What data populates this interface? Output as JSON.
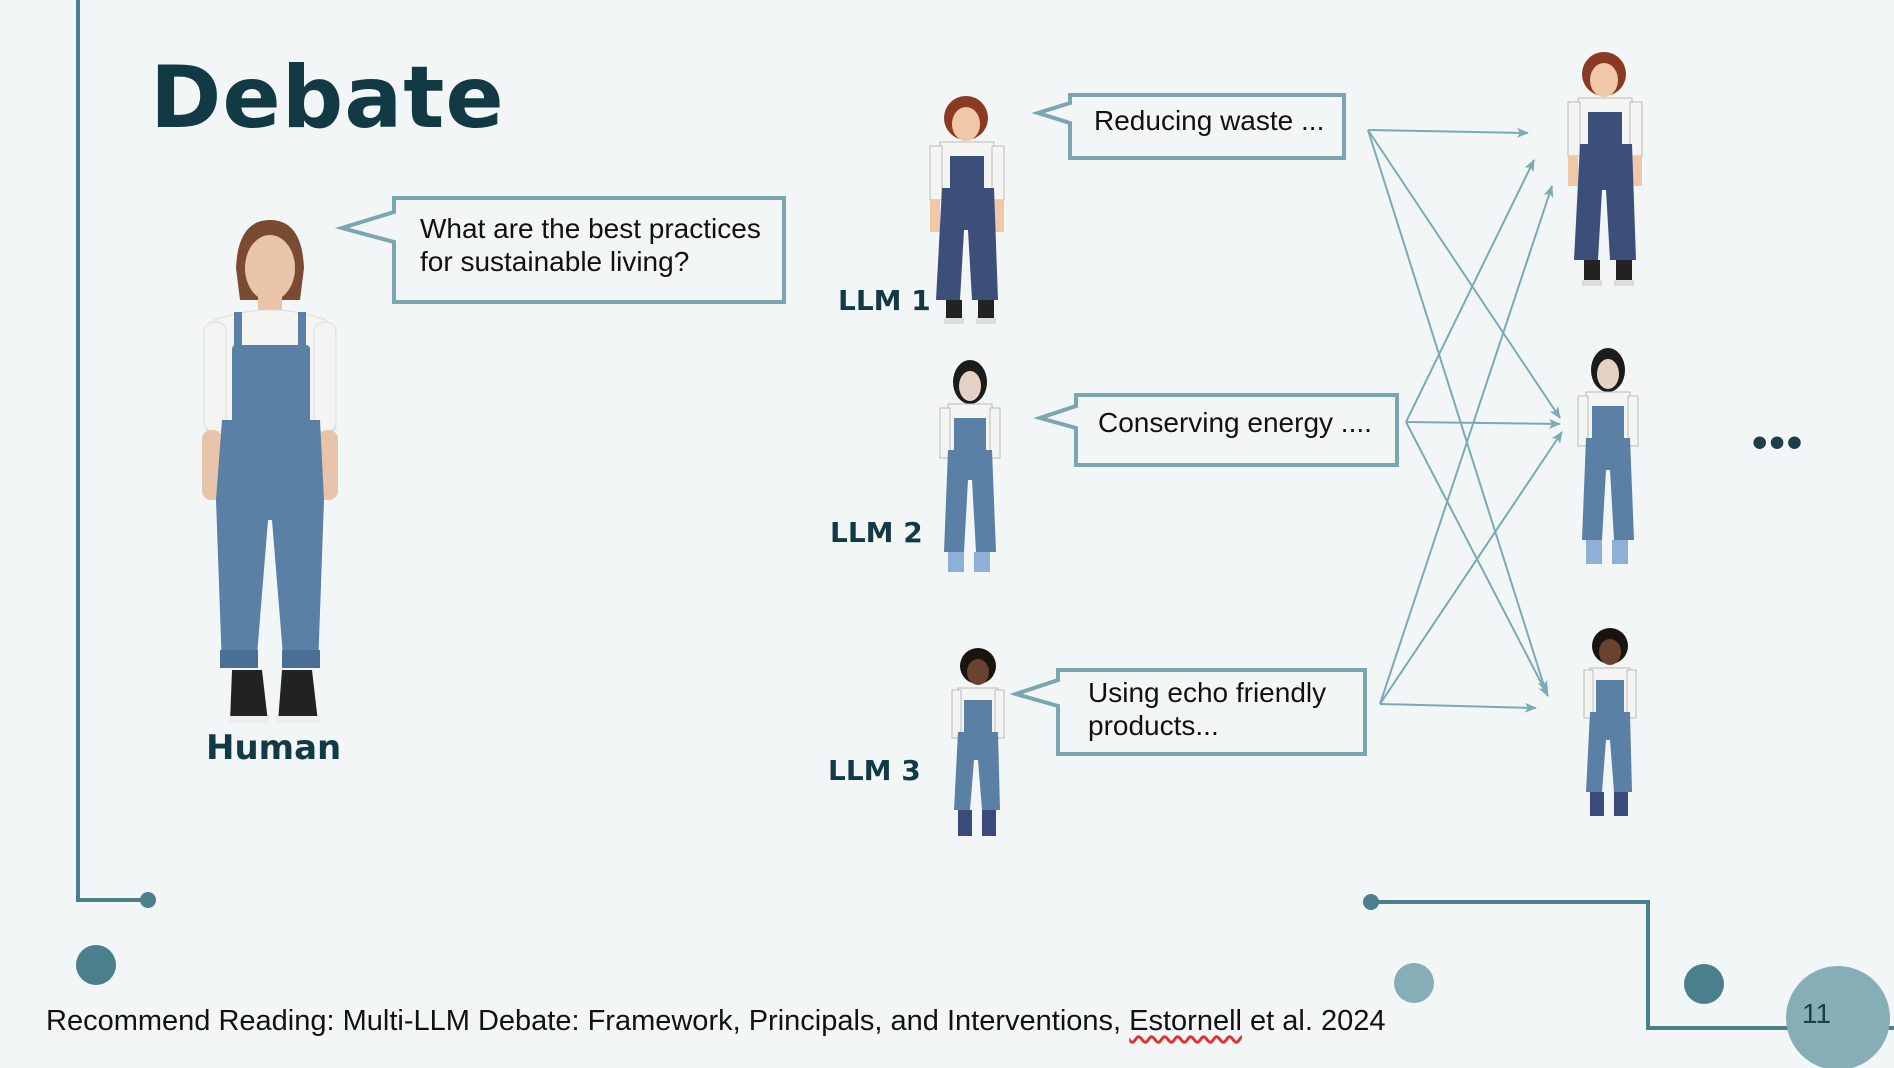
{
  "title": "Debate",
  "question": {
    "line1": "What are the best practices",
    "line2": "for sustainable living?"
  },
  "human_label": "Human",
  "llms": [
    {
      "label": "LLM 1",
      "bubble_line1": "Reducing waste ...",
      "bubble_line2": ""
    },
    {
      "label": "LLM 2",
      "bubble_line1": "Conserving energy ....",
      "bubble_line2": ""
    },
    {
      "label": "LLM 3",
      "bubble_line1": "Using echo friendly",
      "bubble_line2": "products..."
    }
  ],
  "continuation": "•••",
  "footer": {
    "prefix": "Recommend Reading: Multi-LLM Debate: Framework, Principals, and Interventions, ",
    "author": "Estornell",
    "suffix": " et al. 2024"
  },
  "page_number": "11",
  "colors": {
    "accent": "#4a7f8c",
    "bubble_border": "#7aa6b0",
    "arrow": "#7aaab4",
    "dark_text": "#123a44",
    "denim": "#5a80a6",
    "denim_dark": "#3c4e7a",
    "shirt": "#f4f4f2",
    "background": "#f3f6f7"
  }
}
